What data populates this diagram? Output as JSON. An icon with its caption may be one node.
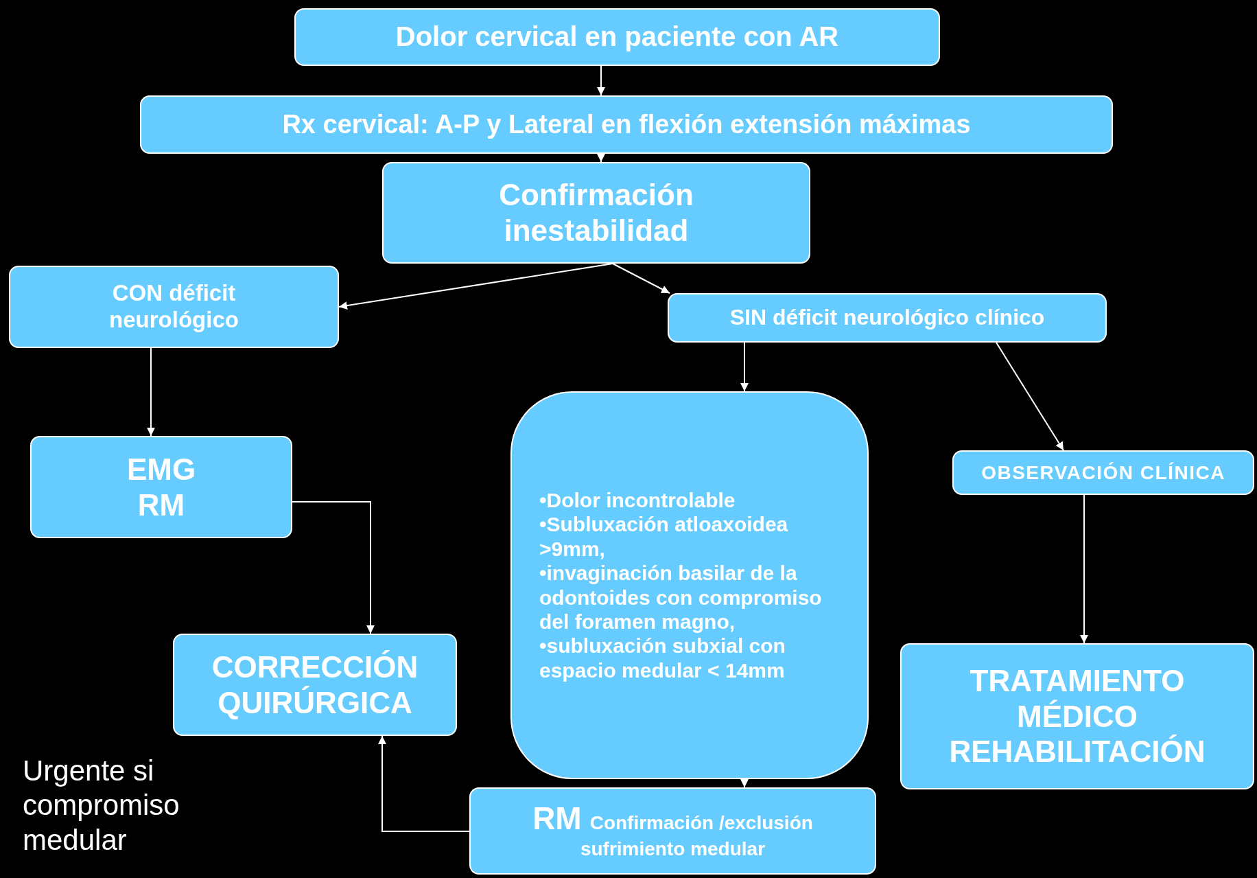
{
  "diagram": {
    "nodes": [
      {
        "text": [
          "Dolor cervical en paciente con AR"
        ]
      },
      {
        "text": [
          "Rx cervical: A-P y Lateral en flexión extensión máximas"
        ]
      },
      {
        "text": [
          "Confirmación inestabilidad"
        ]
      },
      {
        "text": [
          "CON déficit neurológico"
        ]
      },
      {
        "text": [
          "SIN déficit neurológico clínico"
        ]
      },
      {
        "text": [
          "EMG RM"
        ]
      },
      {
        "text": [
          "•Dolor incontrolable",
          "•Subluxación atloaxoidea >9mm,",
          "•invaginación basilar de la odontoides con compromiso del foramen magno,",
          "•subluxación subxial con espacio medular < 14mm"
        ]
      },
      {
        "text": [
          "OBSERVACIÓN CLÍNICA"
        ]
      },
      {
        "text": [
          "CORRECCIÓN QUIRÚRGICA"
        ]
      },
      {
        "text": [
          "TRATAMIENTO MÉDICO REHABILITACIÓN"
        ]
      },
      {
        "text": [
          "RM",
          "Confirmación /exclusión sufrimiento medular"
        ]
      }
    ],
    "edges": [
      {
        "from": 0,
        "to": 1,
        "arrow": "to"
      },
      {
        "from": 1,
        "to": 2,
        "arrow": "to"
      },
      {
        "from": 2,
        "to": 3,
        "arrow": "to"
      },
      {
        "from": 2,
        "to": 4,
        "arrow": "to"
      },
      {
        "from": 3,
        "to": 5,
        "arrow": "to"
      },
      {
        "from": 4,
        "to": 6,
        "arrow": "to"
      },
      {
        "from": 4,
        "to": 7,
        "arrow": "to"
      },
      {
        "from": 7,
        "to": 9,
        "arrow": "to"
      },
      {
        "from": 6,
        "to": 10,
        "arrow": "to"
      },
      {
        "from": 10,
        "to": 8,
        "arrow": "to"
      },
      {
        "from": 5,
        "to": 8,
        "arrow": "to"
      }
    ],
    "labels": [
      "Urgente si compromiso medular"
    ]
  }
}
